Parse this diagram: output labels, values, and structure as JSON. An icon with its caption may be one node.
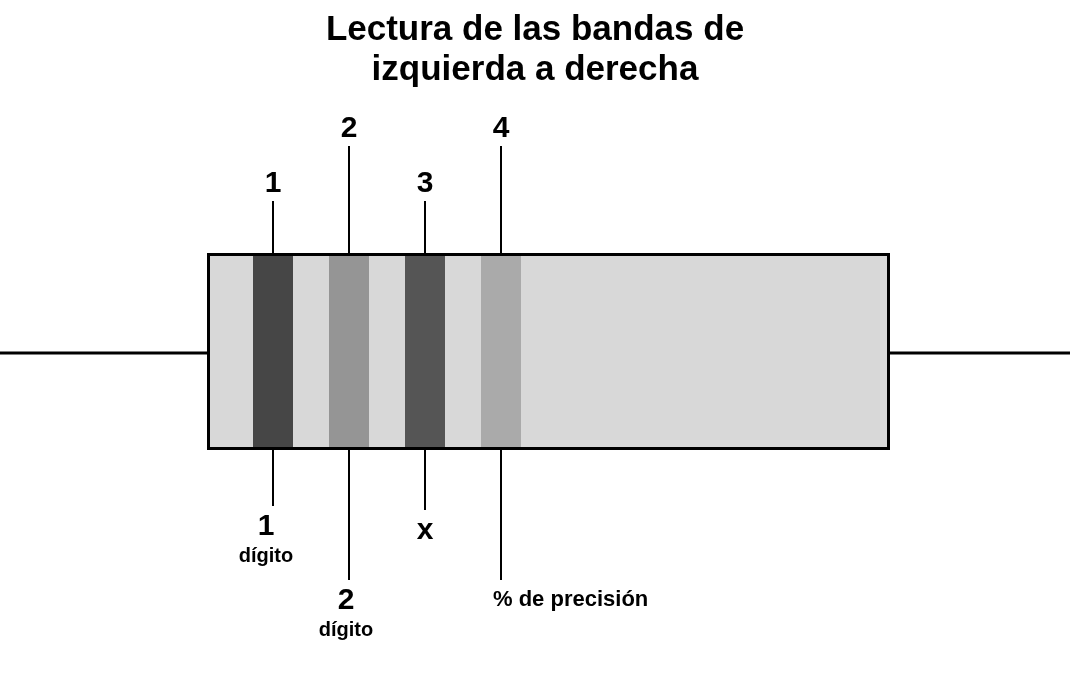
{
  "diagram": {
    "title": "Lectura de las bandas de izquierda a derecha",
    "nodes": [
      {
        "text": [],
        "shape": "box"
      },
      {
        "text": [],
        "shape": "bar",
        "in": 0
      },
      {
        "text": [],
        "shape": "bar",
        "in": 0
      },
      {
        "text": [],
        "shape": "bar",
        "in": 0
      },
      {
        "text": [],
        "shape": "bar",
        "in": 0
      },
      {
        "text": [
          "1"
        ]
      },
      {
        "text": [
          "2"
        ]
      },
      {
        "text": [
          "3"
        ]
      },
      {
        "text": [
          "4"
        ]
      },
      {
        "text": [
          "1",
          "dígito"
        ]
      },
      {
        "text": [
          "2",
          "dígito"
        ]
      },
      {
        "text": [
          "x"
        ]
      },
      {
        "text": [
          "% de precisión"
        ]
      }
    ],
    "edges": [
      {
        "from": 5,
        "to": 1,
        "arrow": "none"
      },
      {
        "from": 6,
        "to": 2,
        "arrow": "none"
      },
      {
        "from": 7,
        "to": 3,
        "arrow": "none"
      },
      {
        "from": 8,
        "to": 4,
        "arrow": "none"
      },
      {
        "from": 9,
        "to": 1,
        "arrow": "none"
      },
      {
        "from": 10,
        "to": 2,
        "arrow": "none"
      },
      {
        "from": 11,
        "to": 3,
        "arrow": "none"
      },
      {
        "from": 12,
        "to": 4,
        "arrow": "none"
      }
    ]
  }
}
